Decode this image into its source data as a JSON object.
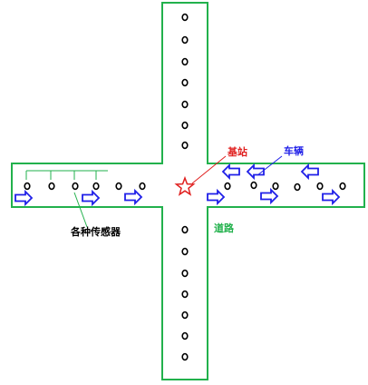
{
  "labels": {
    "base_station": "基站",
    "vehicle": "车辆",
    "road": "道路",
    "sensors": "各种传感器"
  },
  "colors": {
    "road": "#22b14c",
    "sensor": "#000000",
    "base_station": "#e0201f",
    "vehicle_arrow": "#1f1fe8",
    "vehicle_label": "#1f1fe8",
    "base_label": "#e0201f",
    "road_label": "#22b14c",
    "sensor_bracket": "#22b14c",
    "callout_sensor": "#22b14c",
    "callout_base": "#e0201f",
    "callout_vehicle": "#1f1fe8"
  },
  "icons": {
    "sensor": "ring-icon",
    "base_station": "star-icon",
    "vehicle": "arrow-icon"
  }
}
